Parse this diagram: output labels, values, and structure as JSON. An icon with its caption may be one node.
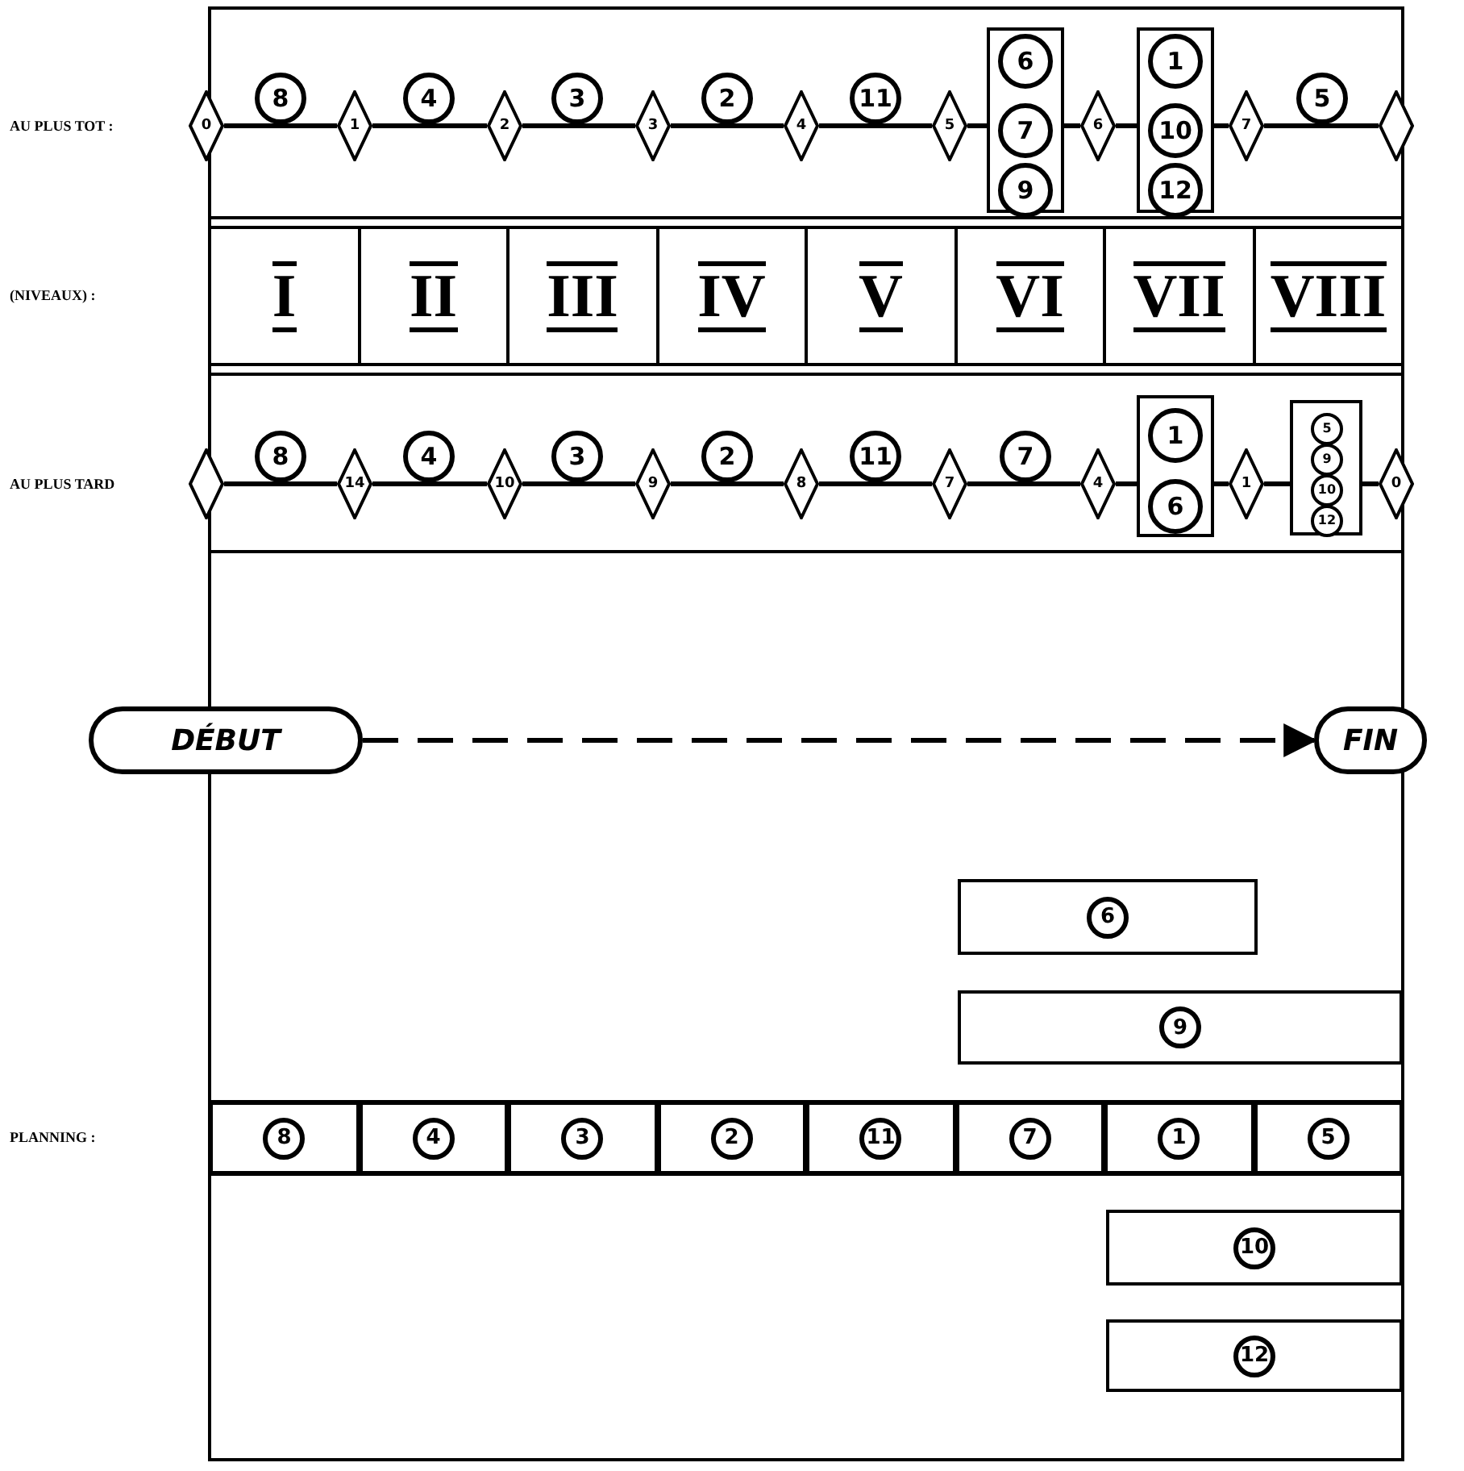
{
  "diagram": {
    "nodes": [
      {
        "text": [
          "0"
        ]
      },
      {
        "text": [
          "8"
        ]
      },
      {
        "text": [
          "1"
        ]
      },
      {
        "text": [
          "4"
        ]
      },
      {
        "text": [
          "2"
        ]
      },
      {
        "text": [
          "3"
        ]
      },
      {
        "text": [
          "3"
        ]
      },
      {
        "text": [
          "2"
        ]
      },
      {
        "text": [
          "4"
        ]
      },
      {
        "text": [
          "11"
        ]
      },
      {
        "text": [
          "5"
        ]
      },
      {
        "text": [],
        "shape": "box"
      },
      {
        "text": [
          "6"
        ],
        "in": 11
      },
      {
        "text": [
          "7"
        ],
        "in": 11
      },
      {
        "text": [
          "9"
        ],
        "in": 11
      },
      {
        "text": [
          "6"
        ]
      },
      {
        "text": [],
        "shape": "box"
      },
      {
        "text": [
          "1"
        ],
        "in": 16
      },
      {
        "text": [
          "10"
        ],
        "in": 16
      },
      {
        "text": [
          "12"
        ],
        "in": 16
      },
      {
        "text": [
          "7"
        ]
      },
      {
        "text": [
          "5"
        ]
      },
      {
        "text": [],
        "shape": "diamond"
      },
      {
        "text": [
          "I"
        ]
      },
      {
        "text": [
          "II"
        ]
      },
      {
        "text": [
          "III"
        ]
      },
      {
        "text": [
          "IV"
        ]
      },
      {
        "text": [
          "V"
        ]
      },
      {
        "text": [
          "VI"
        ]
      },
      {
        "text": [
          "VII"
        ]
      },
      {
        "text": [
          "VIII"
        ]
      },
      {
        "text": [],
        "shape": "diamond"
      },
      {
        "text": [
          "8"
        ]
      },
      {
        "text": [
          "14"
        ]
      },
      {
        "text": [
          "4"
        ]
      },
      {
        "text": [
          "10"
        ]
      },
      {
        "text": [
          "3"
        ]
      },
      {
        "text": [
          "9"
        ]
      },
      {
        "text": [
          "2"
        ]
      },
      {
        "text": [
          "8"
        ]
      },
      {
        "text": [
          "11"
        ]
      },
      {
        "text": [
          "7"
        ]
      },
      {
        "text": [
          "7"
        ]
      },
      {
        "text": [
          "4"
        ]
      },
      {
        "text": [],
        "shape": "box"
      },
      {
        "text": [
          "1"
        ],
        "in": 44
      },
      {
        "text": [
          "6"
        ],
        "in": 44
      },
      {
        "text": [
          "1"
        ]
      },
      {
        "text": [],
        "shape": "box"
      },
      {
        "text": [
          "5"
        ],
        "in": 48
      },
      {
        "text": [
          "9"
        ],
        "in": 48
      },
      {
        "text": [
          "10"
        ],
        "in": 48
      },
      {
        "text": [
          "12"
        ],
        "in": 48
      },
      {
        "text": [
          "0"
        ]
      },
      {
        "text": [
          "DÉBUT"
        ]
      },
      {
        "text": [
          "FIN"
        ]
      },
      {
        "text": [
          "6"
        ]
      },
      {
        "text": [
          "9"
        ]
      },
      {
        "text": [
          "8"
        ]
      },
      {
        "text": [
          "4"
        ]
      },
      {
        "text": [
          "3"
        ]
      },
      {
        "text": [
          "2"
        ]
      },
      {
        "text": [
          "11"
        ]
      },
      {
        "text": [
          "7"
        ]
      },
      {
        "text": [
          "1"
        ]
      },
      {
        "text": [
          "5"
        ]
      },
      {
        "text": [
          "10"
        ]
      },
      {
        "text": [
          "12"
        ]
      }
    ],
    "edges": [
      {
        "from": 0,
        "to": 2,
        "arrow": "none"
      },
      {
        "from": 2,
        "to": 4,
        "arrow": "none"
      },
      {
        "from": 4,
        "to": 6,
        "arrow": "none"
      },
      {
        "from": 6,
        "to": 8,
        "arrow": "none"
      },
      {
        "from": 8,
        "to": 10,
        "arrow": "none"
      },
      {
        "from": 10,
        "to": 11,
        "arrow": "none"
      },
      {
        "from": 11,
        "to": 15,
        "arrow": "none"
      },
      {
        "from": 15,
        "to": 16,
        "arrow": "none"
      },
      {
        "from": 16,
        "to": 20,
        "arrow": "none"
      },
      {
        "from": 20,
        "to": 22,
        "arrow": "none"
      },
      {
        "from": 31,
        "to": 33,
        "arrow": "none"
      },
      {
        "from": 33,
        "to": 35,
        "arrow": "none"
      },
      {
        "from": 35,
        "to": 37,
        "arrow": "none"
      },
      {
        "from": 37,
        "to": 39,
        "arrow": "none"
      },
      {
        "from": 39,
        "to": 41,
        "arrow": "none"
      },
      {
        "from": 41,
        "to": 43,
        "arrow": "none"
      },
      {
        "from": 43,
        "to": 44,
        "arrow": "none"
      },
      {
        "from": 44,
        "to": 47,
        "arrow": "none"
      },
      {
        "from": 47,
        "to": 48,
        "arrow": "none"
      },
      {
        "from": 48,
        "to": 53,
        "arrow": "none"
      },
      {
        "from": 54,
        "to": 55,
        "arrow": "to",
        "style": "dashed"
      }
    ],
    "labels": [
      "AU PLUS TOT :",
      "(NIVEAUX) :",
      "AU PLUS TARD",
      "PLANNING :"
    ]
  }
}
